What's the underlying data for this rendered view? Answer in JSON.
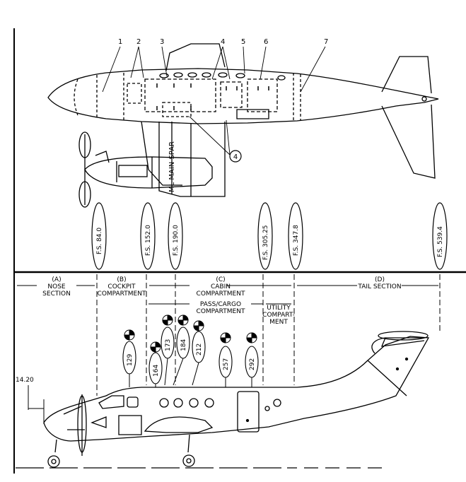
{
  "top_view": {
    "callouts": [
      "1",
      "2",
      "3",
      "4",
      "5",
      "6",
      "7"
    ],
    "callout_circled": "4",
    "main_spar_label": "ML MAIN SPAR"
  },
  "stations": [
    "F.S. 84.0",
    "F.S. 152.0",
    "F.S. 190.0",
    "F.S. 305.25",
    "F.S. 347.8",
    "F.S. 539.4"
  ],
  "sections": {
    "nose": {
      "letter": "(A)",
      "line1": "NOSE",
      "line2": "SECTION"
    },
    "cockpit": {
      "letter": "(B)",
      "line1": "COCKPIT",
      "line2": "COMPARTMENT"
    },
    "cabin": {
      "letter": "(C)",
      "line1": "CABIN",
      "line2": "COMPARTMENT"
    },
    "pass_cargo": {
      "line1": "PASS/CARGO",
      "line2": "COMPARTMENT"
    },
    "utility": {
      "line1": "UTILITY",
      "line2": "COMPART-",
      "line3": "MENT"
    },
    "tail": {
      "letter": "(D)",
      "line1": "TAIL SECTION"
    }
  },
  "cg_points": [
    "129",
    "164",
    "173",
    "184",
    "212",
    "257",
    "292"
  ],
  "dimension": "14.20"
}
